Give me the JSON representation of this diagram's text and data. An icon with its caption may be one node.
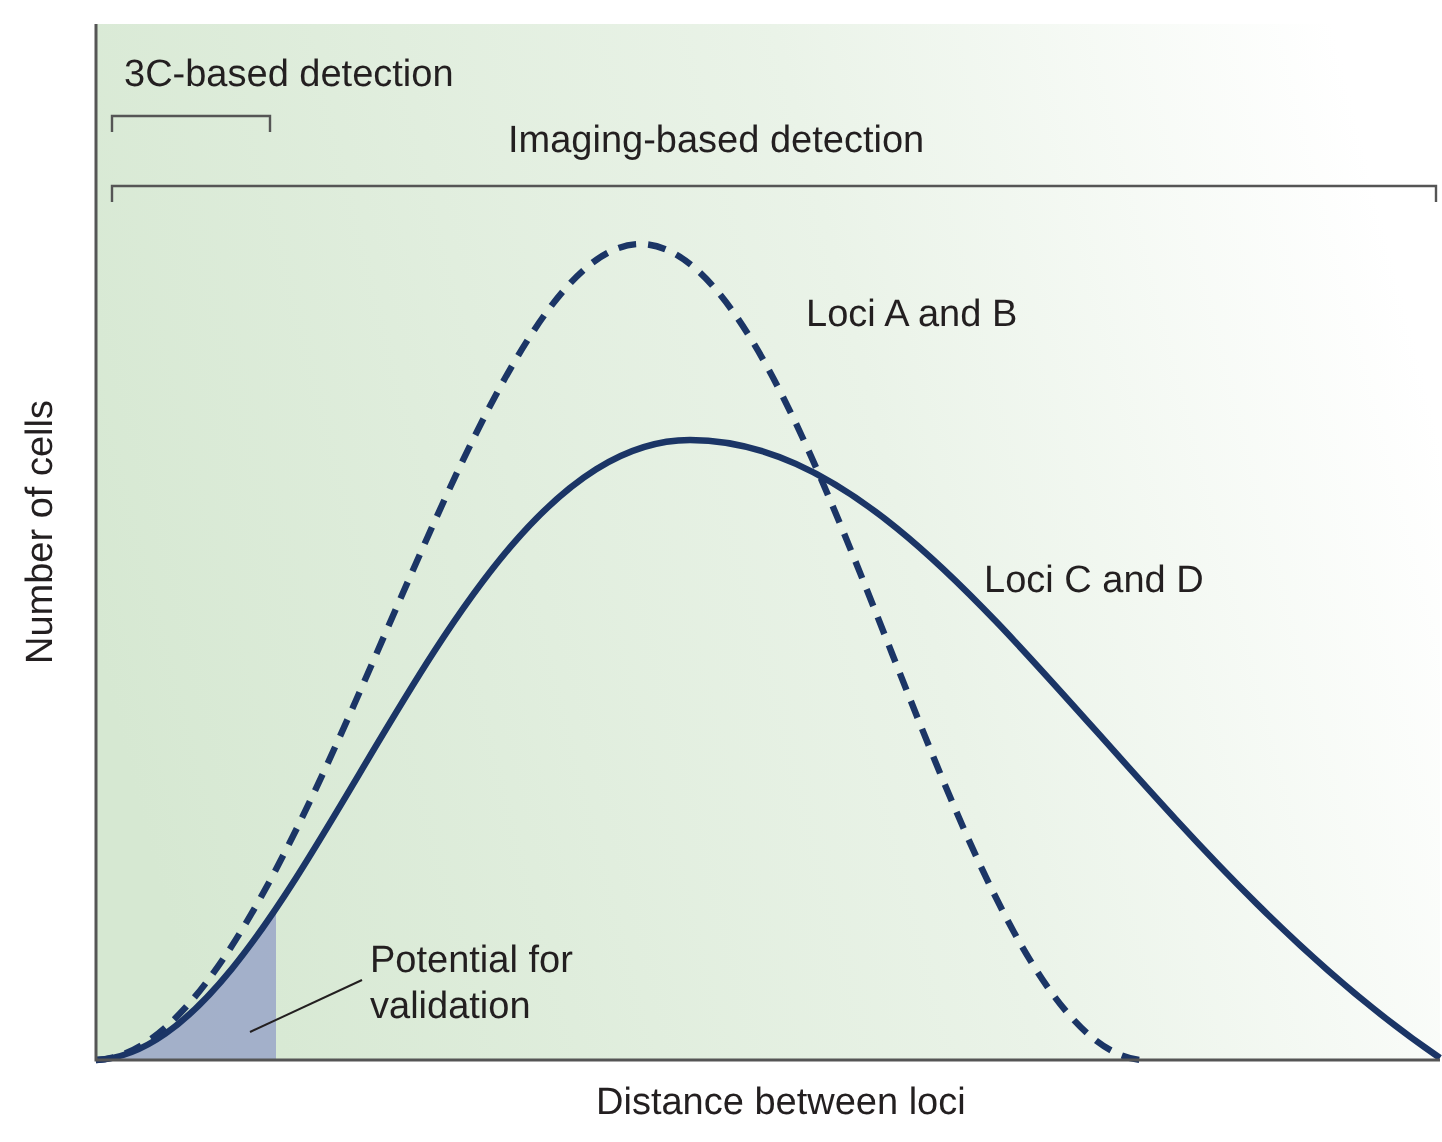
{
  "diagram": {
    "nodes": [
      {
        "text": [
          "Potential for validation"
        ]
      },
      {
        "text": [],
        "shape": "box"
      }
    ],
    "edges": [
      {
        "from": 0,
        "to": 1,
        "arrow": "none"
      }
    ],
    "labels": [
      "3C-based detection",
      "Imaging-based detection",
      "Loci A and B",
      "Loci C and D",
      "Number of cells",
      "Distance between loci"
    ]
  }
}
